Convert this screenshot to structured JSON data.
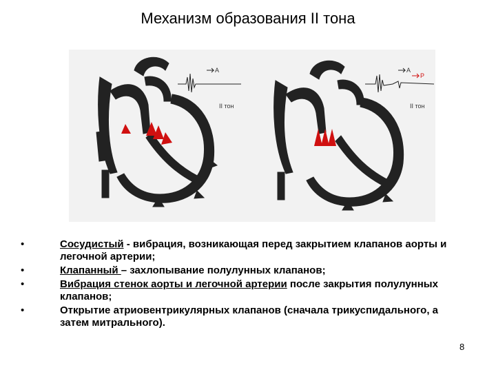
{
  "title": "Механизм образования II тона",
  "figure": {
    "left": {
      "label_a": "A",
      "label_tone": "II тон"
    },
    "right": {
      "label_a": "A",
      "label_p": "P",
      "label_tone": "II тон"
    },
    "colors": {
      "heart": "#222222",
      "arrow": "#d01010",
      "panel": "#f2f2f2"
    }
  },
  "bullets": [
    {
      "term": "Сосудистый",
      "rest": " - вибрация, возникающая перед закрытием клапанов аорты и легочной артерии;"
    },
    {
      "term": "Клапанный ",
      "rest": "– захлопывание полулунных клапанов;"
    },
    {
      "term": "Вибрация стенок аорты и легочной артерии",
      "rest": " после закрытия полулунных клапанов;"
    },
    {
      "term": "",
      "rest": "Открытие атриовентрикулярных клапанов (сначала трикуспидального, а затем митрального)."
    }
  ],
  "bullet_glyph": "•",
  "page_number": "8"
}
